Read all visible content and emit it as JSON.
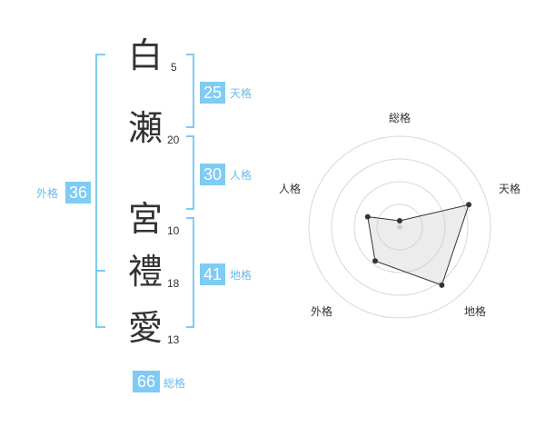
{
  "accent_color": "#7ecbf3",
  "label_color": "#6bbbe8",
  "characters": [
    {
      "char": "白",
      "strokes": "5"
    },
    {
      "char": "瀬",
      "strokes": "20"
    },
    {
      "char": "宮",
      "strokes": "10"
    },
    {
      "char": "禮",
      "strokes": "18"
    },
    {
      "char": "愛",
      "strokes": "13"
    }
  ],
  "scores": {
    "tenkaku": {
      "value": "25",
      "label": "天格"
    },
    "jinkaku": {
      "value": "30",
      "label": "人格"
    },
    "chikaku": {
      "value": "41",
      "label": "地格"
    },
    "gaikaku": {
      "value": "36",
      "label": "外格"
    },
    "soukaku": {
      "value": "66",
      "label": "総格"
    }
  },
  "radar": {
    "axes": [
      "総格",
      "天格",
      "地格",
      "外格",
      "人格"
    ],
    "values": [
      0.07,
      0.8,
      0.79,
      0.46,
      0.37
    ],
    "rings": 4
  }
}
